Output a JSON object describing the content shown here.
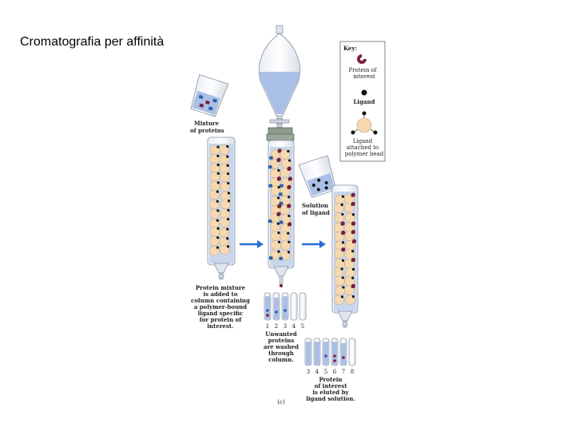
{
  "slide": {
    "title": "Cromatografia per affinità"
  },
  "key": {
    "heading": "Key:",
    "protein_label": [
      "Protein of",
      "interest"
    ],
    "ligand_label": "Ligand",
    "bead_label": [
      "Ligand",
      "attached to",
      "polymer bead"
    ]
  },
  "captions": {
    "mixture": [
      "Mixture",
      "of proteins"
    ],
    "solution": [
      "Solution",
      "of ligand"
    ],
    "step1": [
      "Protein mixture",
      "is added to",
      "column containing",
      "a polymer-bound",
      "ligand specific",
      "for protein of",
      "interest."
    ],
    "step2": [
      "Unwanted",
      "proteins",
      "are washed",
      "through",
      "column."
    ],
    "step3": [
      "Protein",
      "of interest",
      "is eluted by",
      "ligand solution."
    ],
    "panel": "(c)"
  },
  "tubes": {
    "first": [
      "1",
      "2",
      "3",
      "4",
      "5"
    ],
    "second": [
      "3",
      "4",
      "5",
      "6",
      "7",
      "8"
    ]
  },
  "colors": {
    "protein": "#7a1f3d",
    "bead": "#f6d9b0",
    "liquid": "#a9bfe6",
    "arrow": "#2a6fd1",
    "other_protein": "#2f5fa8"
  }
}
